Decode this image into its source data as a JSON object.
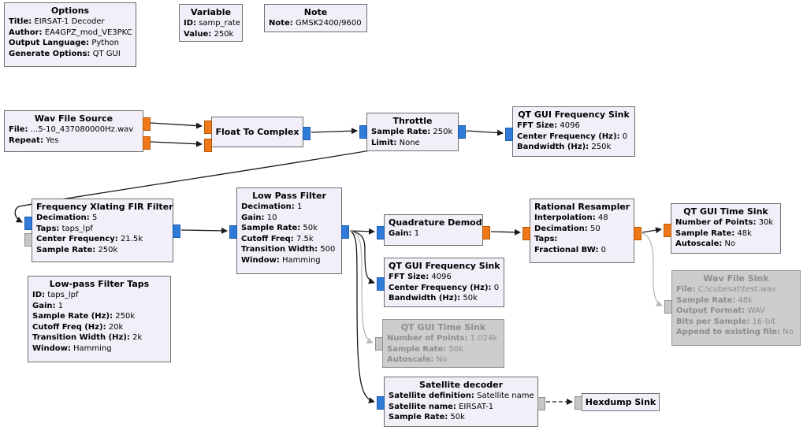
{
  "colors": {
    "canvas_bg": "#ffffff",
    "block_bg": "#f2eff9",
    "block_border": "#6e6e6e",
    "disabled_bg": "#cdcdcd",
    "disabled_text": "#8d8d8d",
    "complex_port": "#2f7bd9",
    "float_port": "#f07818",
    "message_port": "#c6c6c6",
    "wire": "#1a1a1a",
    "disabled_wire": "#b8b8b8"
  },
  "blocks": {
    "options": {
      "title": "Options",
      "params": [
        {
          "label": "Title:",
          "value": "EIRSAT-1 Decoder"
        },
        {
          "label": "Author:",
          "value": "EA4GPZ_mod_VE3PKC"
        },
        {
          "label": "Output Language:",
          "value": "Python"
        },
        {
          "label": "Generate Options:",
          "value": "QT GUI"
        }
      ]
    },
    "variable": {
      "title": "Variable",
      "params": [
        {
          "label": "ID:",
          "value": "samp_rate"
        },
        {
          "label": "Value:",
          "value": "250k"
        }
      ]
    },
    "note": {
      "title": "Note",
      "params": [
        {
          "label": "Note:",
          "value": "GMSK2400/9600"
        }
      ]
    },
    "wav_file_source": {
      "title": "Wav File Source",
      "params": [
        {
          "label": "File:",
          "value": "...5-10_437080000Hz.wav"
        },
        {
          "label": "Repeat:",
          "value": "Yes"
        }
      ]
    },
    "float_to_complex": {
      "title": "Float To Complex"
    },
    "throttle": {
      "title": "Throttle",
      "params": [
        {
          "label": "Sample Rate:",
          "value": "250k"
        },
        {
          "label": "Limit:",
          "value": "None"
        }
      ]
    },
    "qt_gui_frequency_sink_top": {
      "title": "QT GUI Frequency Sink",
      "params": [
        {
          "label": "FFT Size:",
          "value": "4096"
        },
        {
          "label": "Center Frequency (Hz):",
          "value": "0"
        },
        {
          "label": "Bandwidth (Hz):",
          "value": "250k"
        }
      ]
    },
    "freq_xlating_fir_filter": {
      "title": "Frequency Xlating FIR Filter",
      "params": [
        {
          "label": "Decimation:",
          "value": "5"
        },
        {
          "label": "Taps:",
          "value": "taps_lpf"
        },
        {
          "label": "Center Frequency:",
          "value": "21.5k"
        },
        {
          "label": "Sample Rate:",
          "value": "250k"
        }
      ]
    },
    "low_pass_filter_taps": {
      "title": "Low-pass Filter Taps",
      "params": [
        {
          "label": "ID:",
          "value": "taps_lpf"
        },
        {
          "label": "Gain:",
          "value": "1"
        },
        {
          "label": "Sample Rate (Hz):",
          "value": "250k"
        },
        {
          "label": "Cutoff Freq (Hz):",
          "value": "20k"
        },
        {
          "label": "Transition Width (Hz):",
          "value": "2k"
        },
        {
          "label": "Window:",
          "value": "Hamming"
        }
      ]
    },
    "low_pass_filter": {
      "title": "Low Pass Filter",
      "params": [
        {
          "label": "Decimation:",
          "value": "1"
        },
        {
          "label": "Gain:",
          "value": "10"
        },
        {
          "label": "Sample Rate:",
          "value": "50k"
        },
        {
          "label": "Cutoff Freq:",
          "value": "7.5k"
        },
        {
          "label": "Transition Width:",
          "value": "500"
        },
        {
          "label": "Window:",
          "value": "Hamming"
        }
      ]
    },
    "quadrature_demod": {
      "title": "Quadrature Demod",
      "params": [
        {
          "label": "Gain:",
          "value": "1"
        }
      ]
    },
    "qt_gui_frequency_sink_mid": {
      "title": "QT GUI Frequency Sink",
      "params": [
        {
          "label": "FFT Size:",
          "value": "4096"
        },
        {
          "label": "Center Frequency (Hz):",
          "value": "0"
        },
        {
          "label": "Bandwidth (Hz):",
          "value": "50k"
        }
      ]
    },
    "qt_gui_time_sink_disabled": {
      "title": "QT GUI Time Sink",
      "params": [
        {
          "label": "Number of Points:",
          "value": "1.024k"
        },
        {
          "label": "Sample Rate:",
          "value": "50k"
        },
        {
          "label": "Autoscale:",
          "value": "No"
        }
      ]
    },
    "rational_resampler": {
      "title": "Rational Resampler",
      "params": [
        {
          "label": "Interpolation:",
          "value": "48"
        },
        {
          "label": "Decimation:",
          "value": "50"
        },
        {
          "label": "Taps:",
          "value": ""
        },
        {
          "label": "Fractional BW:",
          "value": "0"
        }
      ]
    },
    "qt_gui_time_sink": {
      "title": "QT GUI Time Sink",
      "params": [
        {
          "label": "Number of Points:",
          "value": "30k"
        },
        {
          "label": "Sample Rate:",
          "value": "48k"
        },
        {
          "label": "Autoscale:",
          "value": "No"
        }
      ]
    },
    "wav_file_sink": {
      "title": "Wav File Sink",
      "params": [
        {
          "label": "File:",
          "value": "C:\\cubesat\\test.wav"
        },
        {
          "label": "Sample Rate:",
          "value": "48k"
        },
        {
          "label": "Output Format:",
          "value": "WAV"
        },
        {
          "label": "Bits per Sample:",
          "value": "16-bit"
        },
        {
          "label": "Append to existing file:",
          "value": "No"
        }
      ]
    },
    "satellite_decoder": {
      "title": "Satellite decoder",
      "params": [
        {
          "label": "Satellite definition:",
          "value": "Satellite name"
        },
        {
          "label": "Satellite name:",
          "value": "EIRSAT-1"
        },
        {
          "label": "Sample Rate:",
          "value": "50k"
        }
      ]
    },
    "hexdump_sink": {
      "title": "Hexdump Sink"
    }
  }
}
